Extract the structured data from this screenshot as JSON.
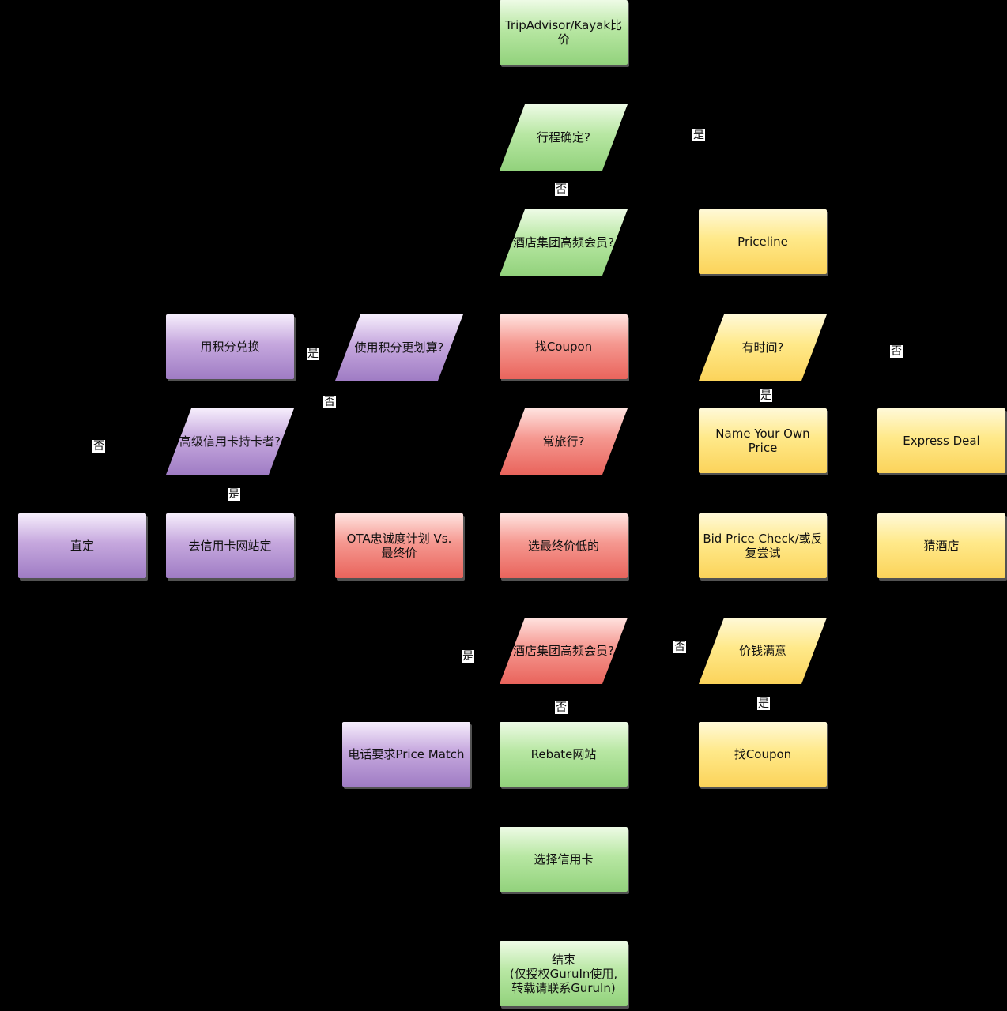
{
  "colors": {
    "green": "#9fd98a",
    "yellow": "#fde07a",
    "red": "#ee7a72",
    "purple": "#ad8ccd",
    "background": "#000000"
  },
  "nodes": {
    "start": "TripAdvisor/Kayak比\n价",
    "itinerary_q": "行程确定?",
    "hotel_member_q1": "酒店集团高频会员?",
    "priceline": "Priceline",
    "redeem_points": "用积分兑换",
    "points_worth_q": "使用积分更划算?",
    "find_coupon_1": "找Coupon",
    "have_time_q": "有时间?",
    "premium_card_q": "高级信用卡持卡者?",
    "frequent_travel_q": "常旅行?",
    "nyop": "Name Your Own\nPrice",
    "express_deal": "Express Deal",
    "book_direct": "直定",
    "card_site": "去信用卡网站定",
    "ota_loyalty": "OTA忠诚度计划 Vs.\n最终价",
    "lowest_price": "选最终价低的",
    "bid_check": "Bid Price Check/或反\n复尝试",
    "guess_hotel": "猜酒店",
    "hotel_member_q2": "酒店集团高频会员?",
    "price_ok_q": "价钱满意",
    "phone_match": "电话要求Price Match",
    "rebate": "Rebate网站",
    "find_coupon_2": "找Coupon",
    "choose_card": "选择信用卡",
    "end": "结束\n(仅授权GuruIn使用,\n转载请联系GuruIn)"
  },
  "edge_labels": {
    "itinerary_yes": "是",
    "itinerary_no": "否",
    "points_yes": "是",
    "points_no": "否",
    "time_no": "否",
    "time_yes": "是",
    "card_no": "否",
    "card_yes": "是",
    "member2_yes": "是",
    "member2_no": "否",
    "price_no": "否",
    "price_yes": "是"
  }
}
